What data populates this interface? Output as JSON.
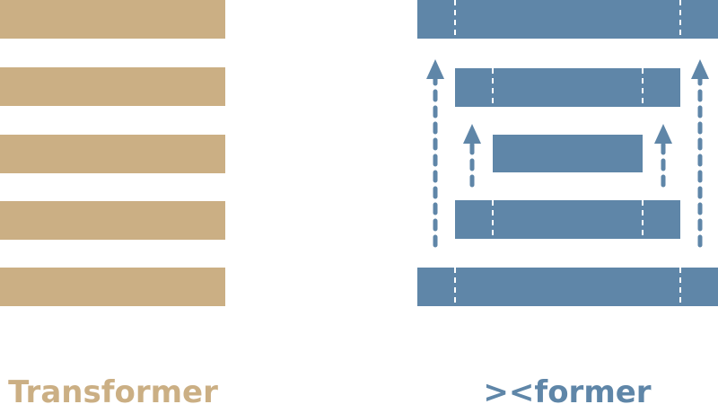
{
  "colors": {
    "transformer": "#cbaf84",
    "informer": "#5f86a8",
    "background": "#ffffff",
    "divider": "#ffffff"
  },
  "left_panel": {
    "caption": "Transformer",
    "layer_count": 5
  },
  "right_panel": {
    "caption": "><former",
    "layer_count": 5,
    "distilling_arrow_icon": "dashed-up-arrow-icon",
    "segment_divider_icon": "dashed-divider-line"
  }
}
